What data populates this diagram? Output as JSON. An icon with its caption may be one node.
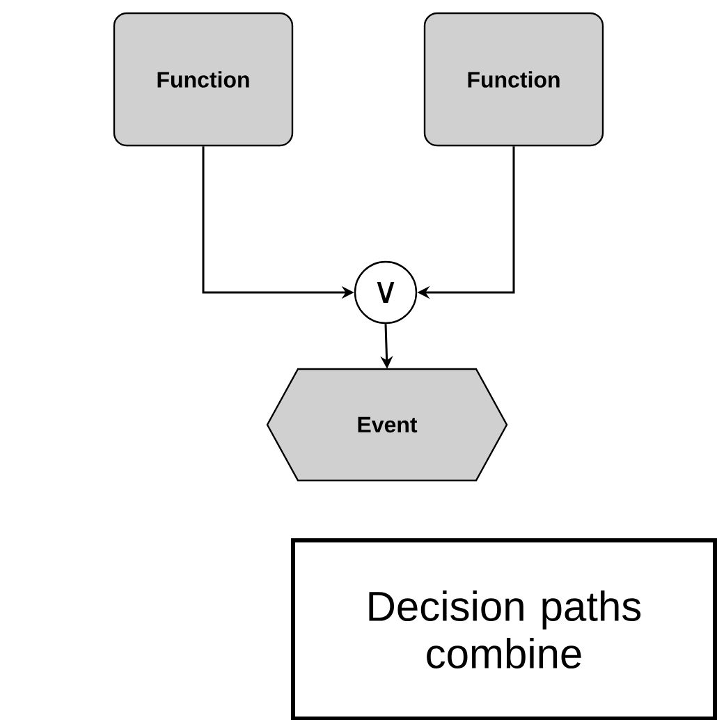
{
  "diagram": {
    "caption": "Decision paths combine",
    "nodes": [
      {
        "text": [
          "Function"
        ]
      },
      {
        "text": [
          "Function"
        ]
      },
      {
        "text": [
          "∨"
        ]
      },
      {
        "text": [
          "Event"
        ]
      }
    ],
    "edges": [
      {
        "from": 0,
        "to": 2,
        "arrow": "to"
      },
      {
        "from": 1,
        "to": 2,
        "arrow": "to"
      },
      {
        "from": 2,
        "to": 3,
        "arrow": "to"
      }
    ]
  }
}
